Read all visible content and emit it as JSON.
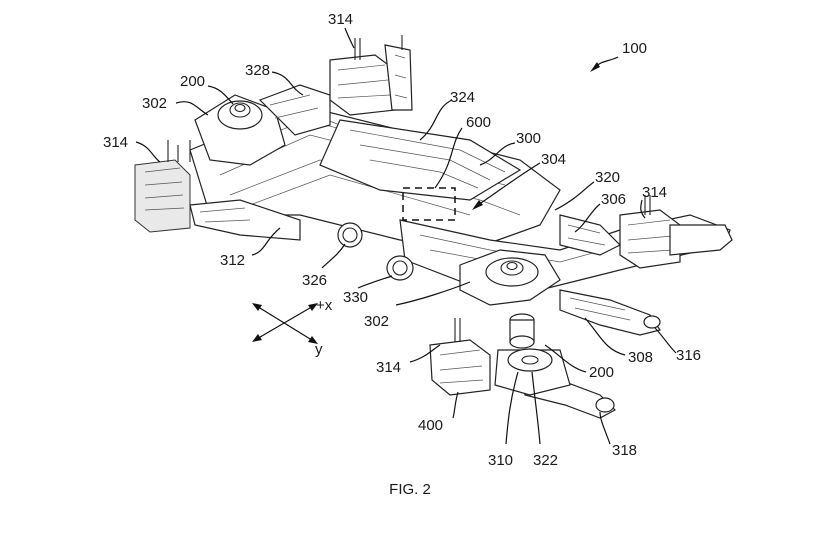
{
  "figure": {
    "caption": "FIG. 2",
    "axis_x_label": "+x",
    "axis_y_label": "y",
    "labels": {
      "l100": "100",
      "l314a": "314",
      "l328": "328",
      "l200a": "200",
      "l302a": "302",
      "l314b": "314",
      "l324": "324",
      "l600": "600",
      "l300": "300",
      "l304": "304",
      "l320": "320",
      "l306": "306",
      "l314c": "314",
      "l312": "312",
      "l326": "326",
      "l330": "330",
      "l302b": "302",
      "l314d": "314",
      "l308": "308",
      "l316": "316",
      "l200b": "200",
      "l400": "400",
      "l310": "310",
      "l322": "322",
      "l318": "318"
    }
  }
}
